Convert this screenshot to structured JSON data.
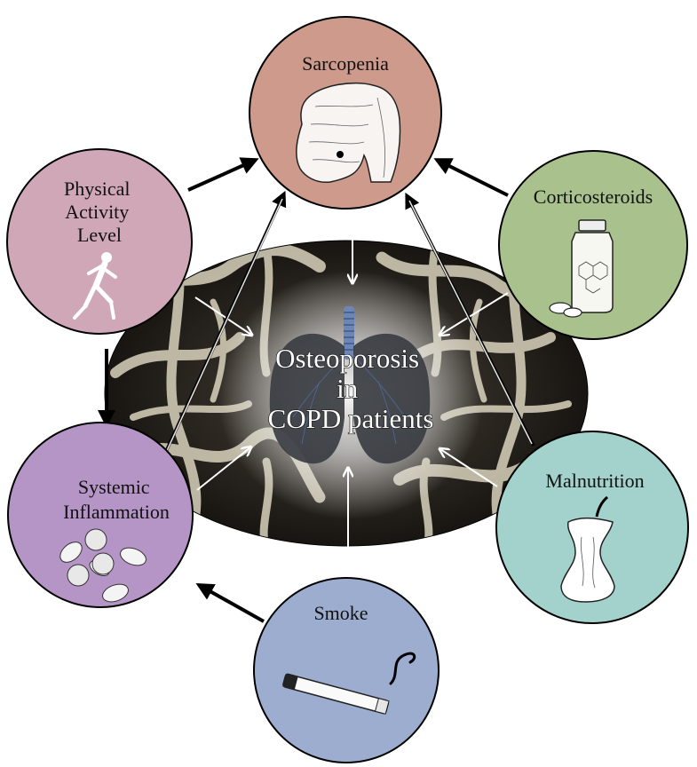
{
  "center": {
    "title_lines": [
      "Osteoporosis",
      "in",
      "COPD patients"
    ]
  },
  "nodes": {
    "sarcopenia": {
      "label_lines": [
        "Sarcopenia"
      ],
      "color": "#cd9a8c",
      "icon": "muscle-torso-icon"
    },
    "physical_activity": {
      "label_lines": [
        "Physical",
        "Activity",
        "Level"
      ],
      "color": "#cfa7b7",
      "icon": "running-person-icon"
    },
    "corticosteroids": {
      "label_lines": [
        "Corticosteroids"
      ],
      "color": "#a9c28d",
      "icon": "medicine-vial-icon"
    },
    "systemic_inflammation": {
      "label_lines": [
        "Systemic",
        "Inflammation"
      ],
      "color": "#b594c6",
      "icon": "blood-cells-icon"
    },
    "malnutrition": {
      "label_lines": [
        "Malnutrition"
      ],
      "color": "#a3d1cb",
      "icon": "apple-core-icon"
    },
    "smoke": {
      "label_lines": [
        "Smoke"
      ],
      "color": "#9cadd0",
      "icon": "cigarette-icon"
    }
  },
  "colors": {
    "center_background": "#2b2520",
    "bone": "#d9d3bd",
    "lung": "#3a3d42",
    "outer_arrow": "#000000",
    "inner_arrow": "#ffffff"
  }
}
